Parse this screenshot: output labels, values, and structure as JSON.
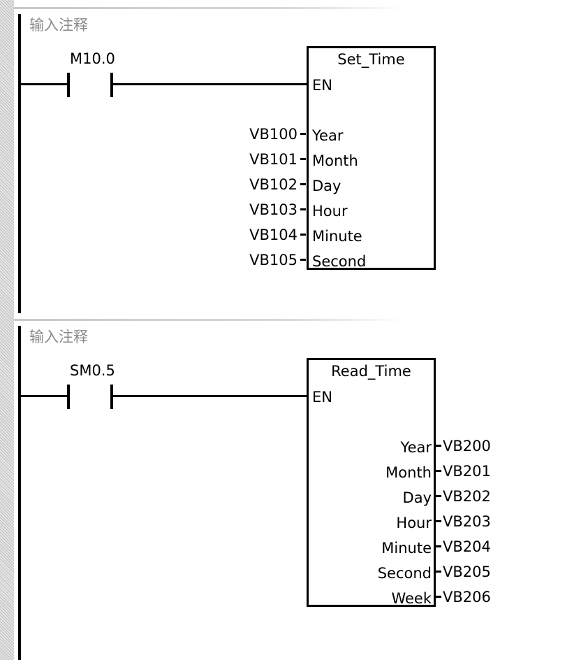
{
  "networks": [
    {
      "comment": "输入注释",
      "contact": "M10.0",
      "block": {
        "title": "Set_Time",
        "en": "EN",
        "inputs": [
          {
            "operand": "VB100",
            "pin": "Year"
          },
          {
            "operand": "VB101",
            "pin": "Month"
          },
          {
            "operand": "VB102",
            "pin": "Day"
          },
          {
            "operand": "VB103",
            "pin": "Hour"
          },
          {
            "operand": "VB104",
            "pin": "Minute"
          },
          {
            "operand": "VB105",
            "pin": "Second"
          }
        ]
      }
    },
    {
      "comment": "输入注释",
      "contact": "SM0.5",
      "block": {
        "title": "Read_Time",
        "en": "EN",
        "outputs": [
          {
            "pin": "Year",
            "operand": "VB200"
          },
          {
            "pin": "Month",
            "operand": "VB201"
          },
          {
            "pin": "Day",
            "operand": "VB202"
          },
          {
            "pin": "Hour",
            "operand": "VB203"
          },
          {
            "pin": "Minute",
            "operand": "VB204"
          },
          {
            "pin": "Second",
            "operand": "VB205"
          },
          {
            "pin": "Week",
            "operand": "VB206"
          }
        ]
      }
    }
  ]
}
